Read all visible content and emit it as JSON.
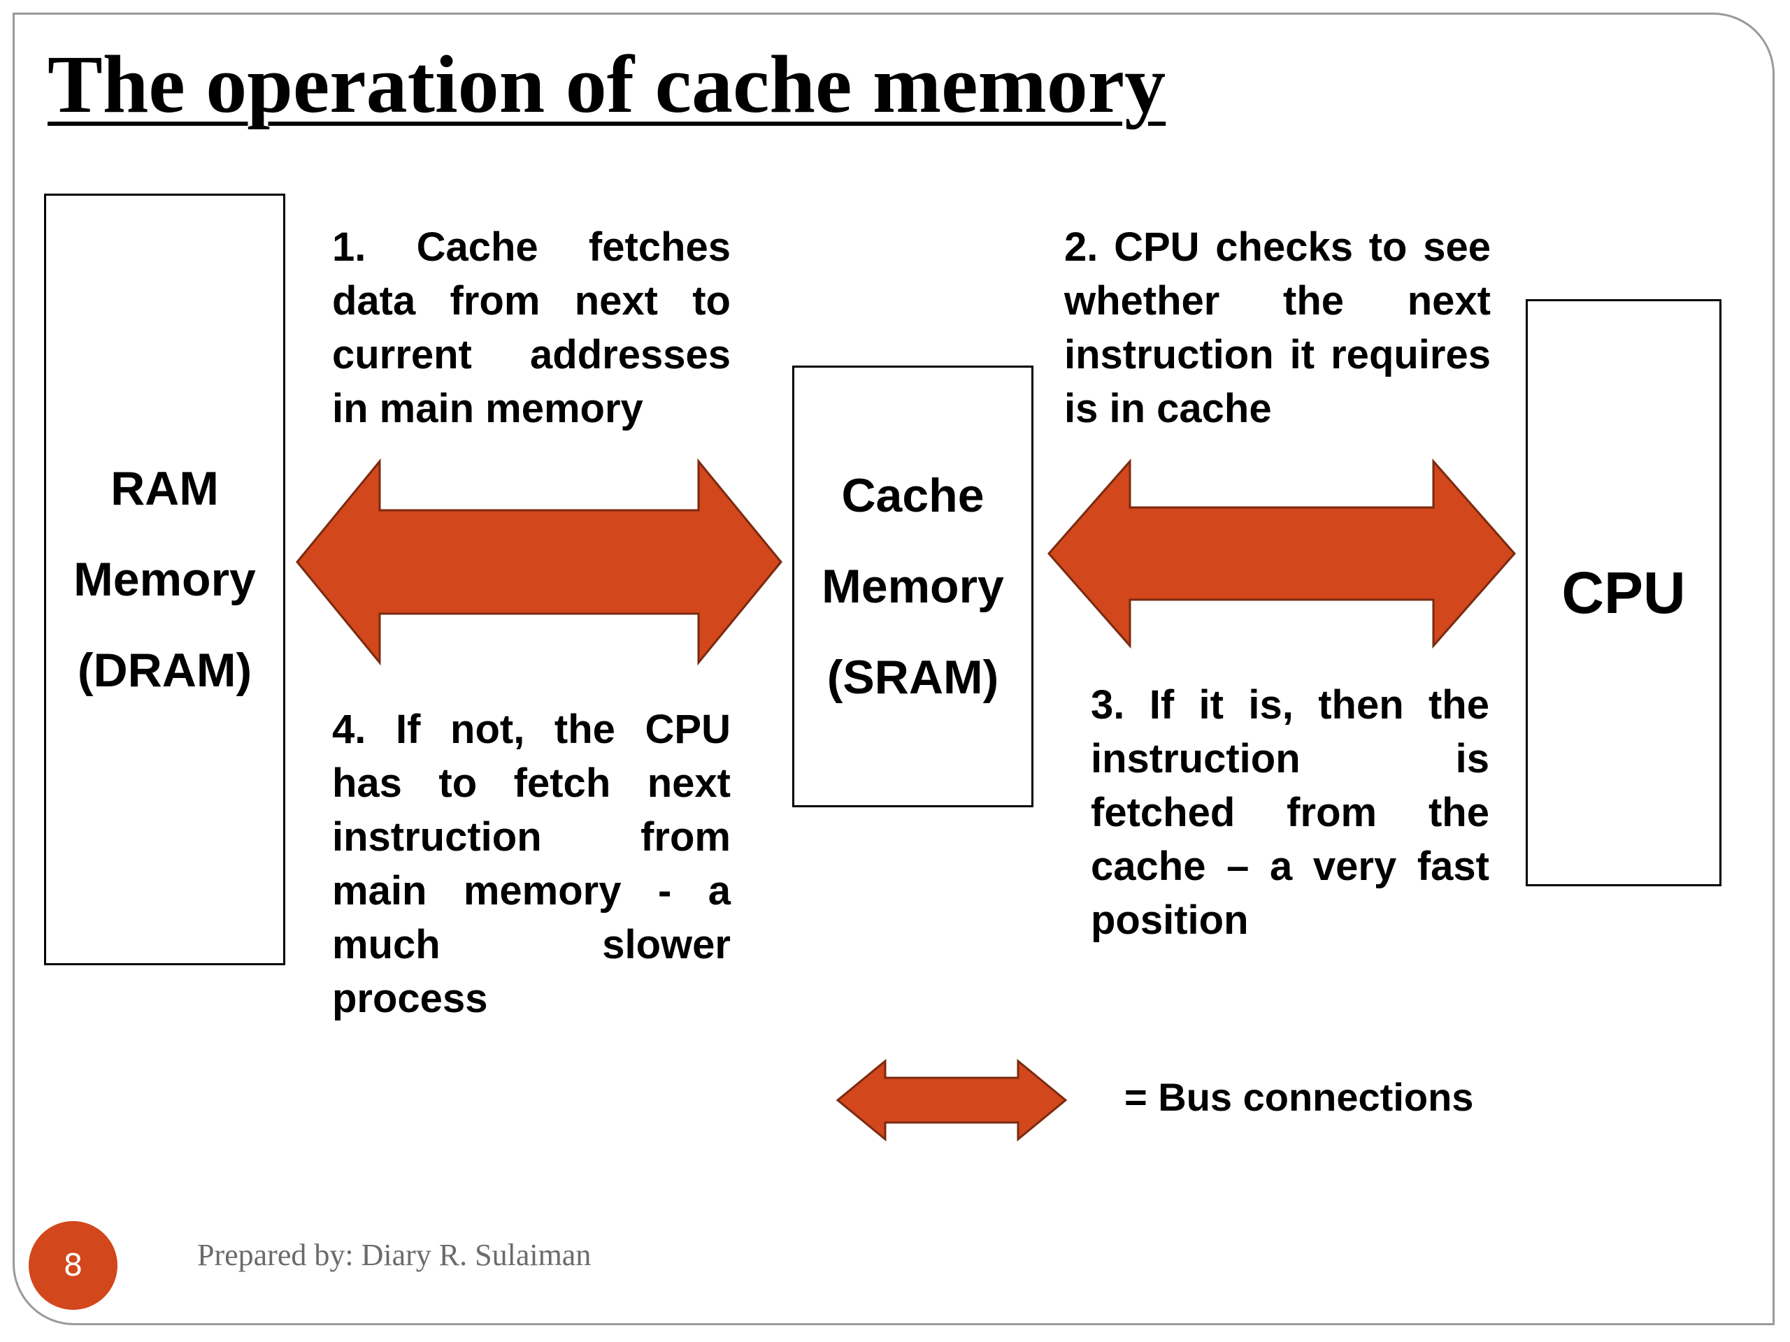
{
  "slide": {
    "title": "The operation of cache memory",
    "accent_color": "#d2471b",
    "arrow_stroke_color": "#7a2a10"
  },
  "diagram": {
    "ram": {
      "line1": "RAM",
      "line2": "Memory",
      "line3": "(DRAM)"
    },
    "cache": {
      "line1": "Cache",
      "line2": "Memory",
      "line3": "(SRAM)"
    },
    "cpu": {
      "label": "CPU"
    },
    "steps": {
      "step1": "1. Cache fetches data from next to current addresses in main memory",
      "step2": "2. CPU checks to see whether the next instruction it requires is in cache",
      "step3": "3. If it is, then the instruction is fetched from the cache – a very fast position",
      "step4": "4. If not, the CPU has to fetch next instruction from main memory - a much slower process"
    },
    "arrows": {
      "ram_cache": "double-headed-arrow",
      "cache_cpu": "double-headed-arrow"
    },
    "legend": {
      "icon": "double-headed-arrow",
      "label": "= Bus connections"
    }
  },
  "footer": {
    "page_number": "8",
    "credit": "Prepared by: Diary R. Sulaiman"
  }
}
